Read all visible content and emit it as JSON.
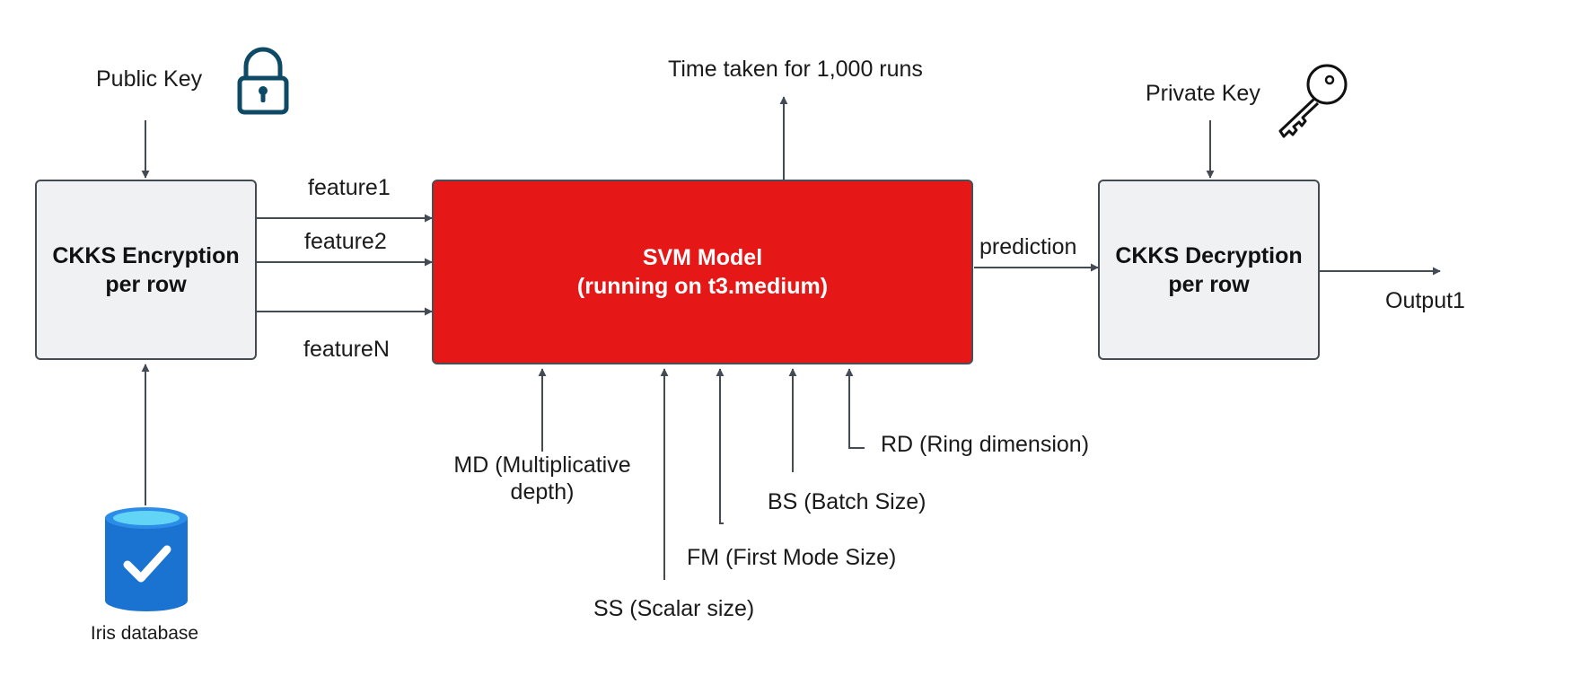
{
  "nodes": {
    "encryption": {
      "line1": "CKKS Encryption",
      "line2": "per row"
    },
    "svm": {
      "line1": "SVM Model",
      "line2": "(running on t3.medium)"
    },
    "decryption": {
      "line1": "CKKS Decryption",
      "line2": "per row"
    }
  },
  "labels": {
    "public_key": "Public Key",
    "private_key": "Private Key",
    "database": "Iris database",
    "feature1": "feature1",
    "feature2": "feature2",
    "featureN": "featureN",
    "prediction": "prediction",
    "output": "Output1",
    "time_taken": "Time taken for 1,000 runs",
    "md_line1": "MD (Multiplicative",
    "md_line2": "depth)",
    "ss": "SS (Scalar size)",
    "fm": "FM (First Mode Size)",
    "bs": "BS (Batch Size)",
    "rd": "RD (Ring dimension)"
  },
  "icons": {
    "lock": "lock-icon",
    "key": "key-icon",
    "database": "database-check-icon"
  },
  "colors": {
    "svm_fill": "#e51717",
    "box_fill": "#f0f1f3",
    "line": "#454b55",
    "lock_icon": "#0e4a66",
    "database_icon": "#1a73d0"
  }
}
